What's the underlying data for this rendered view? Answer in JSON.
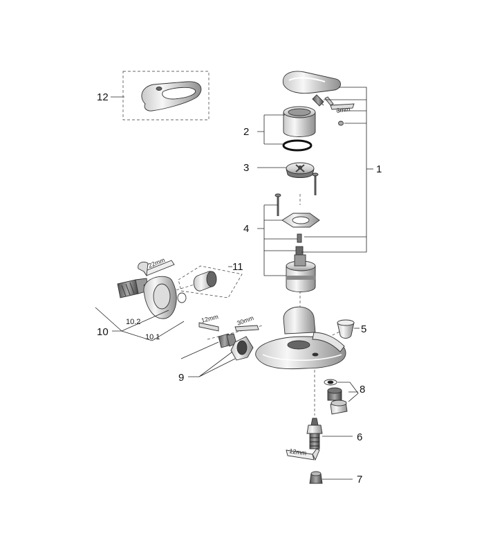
{
  "callouts": {
    "c1": "1",
    "c2": "2",
    "c3": "3",
    "c4": "4",
    "c5": "5",
    "c6": "6",
    "c7": "7",
    "c8": "8",
    "c9": "9",
    "c10": "10",
    "c10_1": "10.1",
    "c10_2": "10.2",
    "c11": "11",
    "c12": "12"
  },
  "tool_sizes": {
    "allen_key_top": "3mm",
    "wrench_22": "22mm",
    "wrench_12_mid": "12mm",
    "wrench_30": "30mm",
    "wrench_12_bottom": "12mm"
  }
}
